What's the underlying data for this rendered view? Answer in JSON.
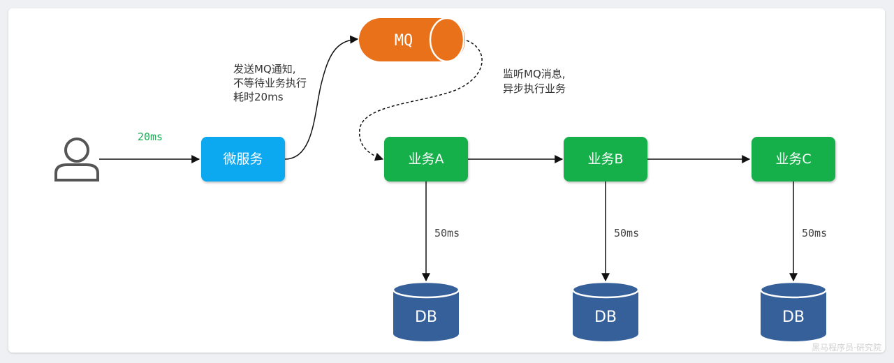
{
  "nodes": {
    "microservice": "微服务",
    "mq": "MQ",
    "service_a": "业务A",
    "service_b": "业务B",
    "service_c": "业务C",
    "db_a": "DB",
    "db_b": "DB",
    "db_c": "DB"
  },
  "notes": {
    "send_mq": [
      "发送MQ通知,",
      "不等待业务执行",
      "耗时20ms"
    ],
    "listen_mq": [
      "监听MQ消息,",
      "异步执行业务"
    ]
  },
  "timings": {
    "user_to_service": "20ms",
    "a_to_db": "50ms",
    "b_to_db": "50ms",
    "c_to_db": "50ms"
  },
  "watermark": "黑马程序员·研究院",
  "colors": {
    "microservice": "#10a9f0",
    "mq": "#e8711a",
    "service": "#18b04c",
    "db": "#35609a",
    "user_icon": "#555555",
    "timing_green": "#1aaa55"
  },
  "icons": {
    "user": "user-icon"
  }
}
